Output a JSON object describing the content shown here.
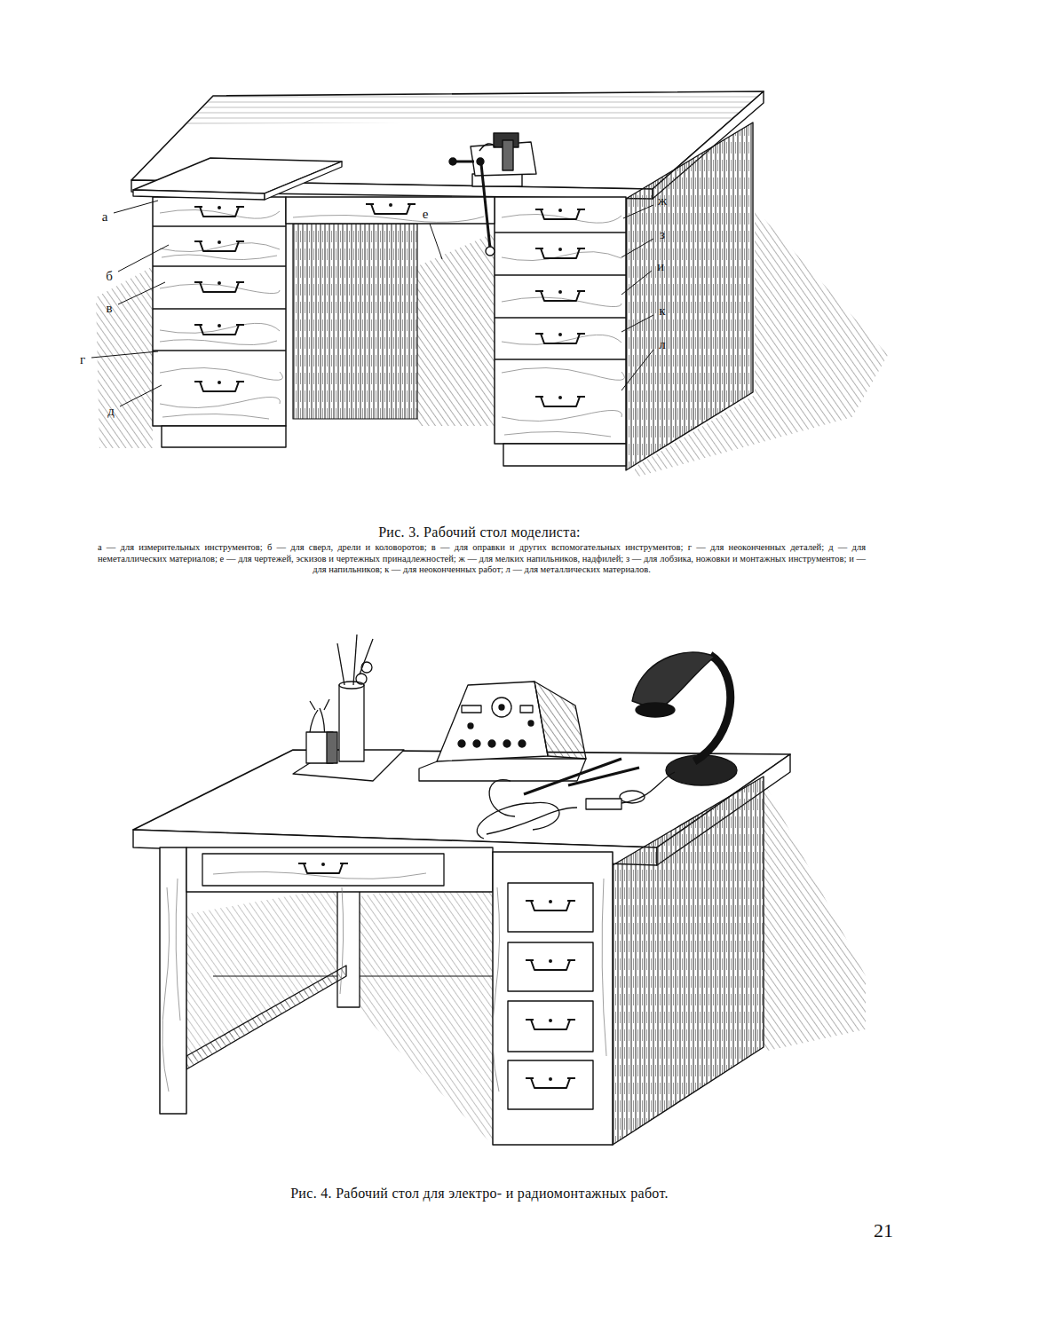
{
  "diagram": {
    "labels": [
      "а",
      "б",
      "в",
      "г",
      "д",
      "е",
      "ж",
      "з",
      "и",
      "к",
      "л",
      "Рис. 3. Рабочий стол моделиста:",
      "а — для измерительных инструментов; б — для сверл, дрели и коловоротов; в — для оправки и других вспомогательных инструментов; г — для неоконченных деталей; д — для неметаллических материалов; е — для чертежей, эскизов и чертежных принадлежностей; ж — для мелких напильников, надфилей; з — для лобзика, ножовки и монтажных инструментов; и — для напильников; к — для неоконченных работ; л — для металлических материалов.",
      "Рис. 4. Рабочий стол для электро- и радиомонтажных работ.",
      "21"
    ]
  }
}
